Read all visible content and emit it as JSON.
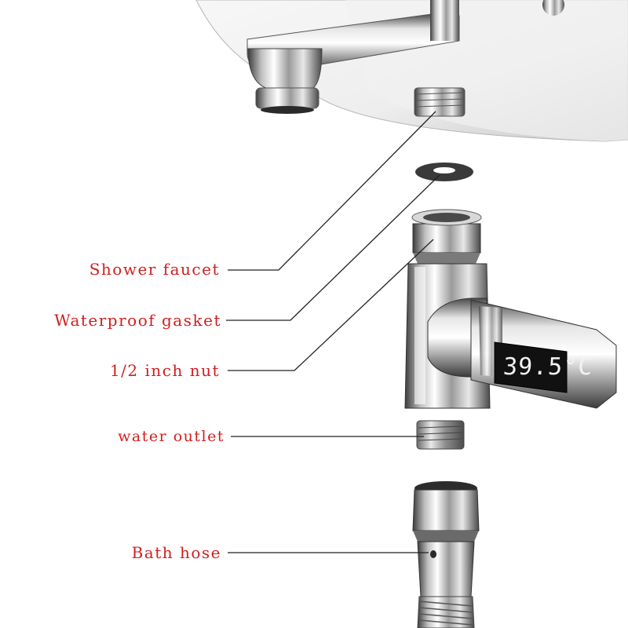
{
  "labels": {
    "shower_faucet": "Shower faucet",
    "waterproof_gasket": "Waterproof gasket",
    "half_inch_nut": "1/2 inch nut",
    "water_outlet": "water outlet",
    "bath_hose": "Bath hose"
  },
  "display": {
    "temperature": "39.5°C"
  },
  "colors": {
    "label_text": "#d21e1e",
    "leader_line": "#222222",
    "chrome_light": "#f4f4f4",
    "chrome_dark": "#3a3a3a",
    "lcd_background": "#111111"
  }
}
